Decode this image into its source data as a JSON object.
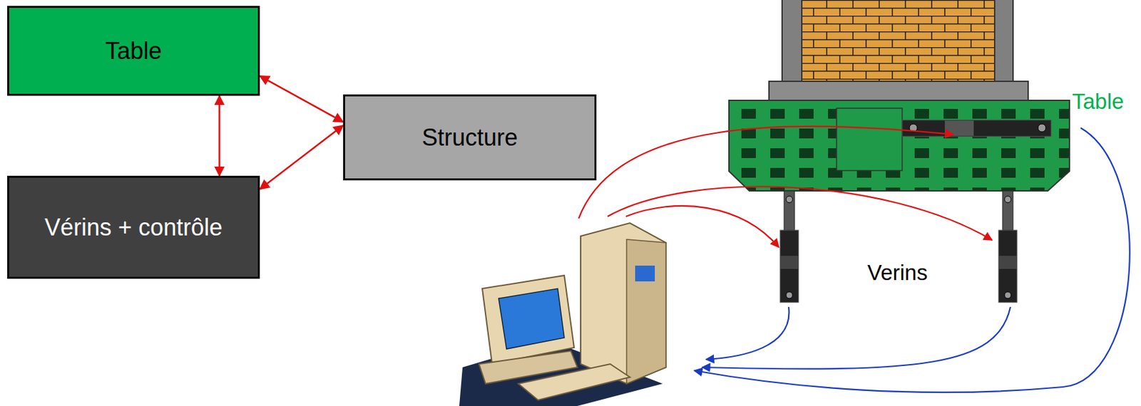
{
  "diagram": {
    "nodes": [
      {
        "text": [
          "Table"
        ]
      },
      {
        "text": [
          "Structure"
        ]
      },
      {
        "text": [
          "Vérins + contrôle"
        ]
      }
    ],
    "edges": [
      {
        "from": 0,
        "to": 1,
        "arrow": "both"
      },
      {
        "from": 0,
        "to": 2,
        "arrow": "both"
      },
      {
        "from": 2,
        "to": 1,
        "arrow": "both"
      }
    ],
    "labels": [
      "Table",
      "Verins"
    ]
  }
}
